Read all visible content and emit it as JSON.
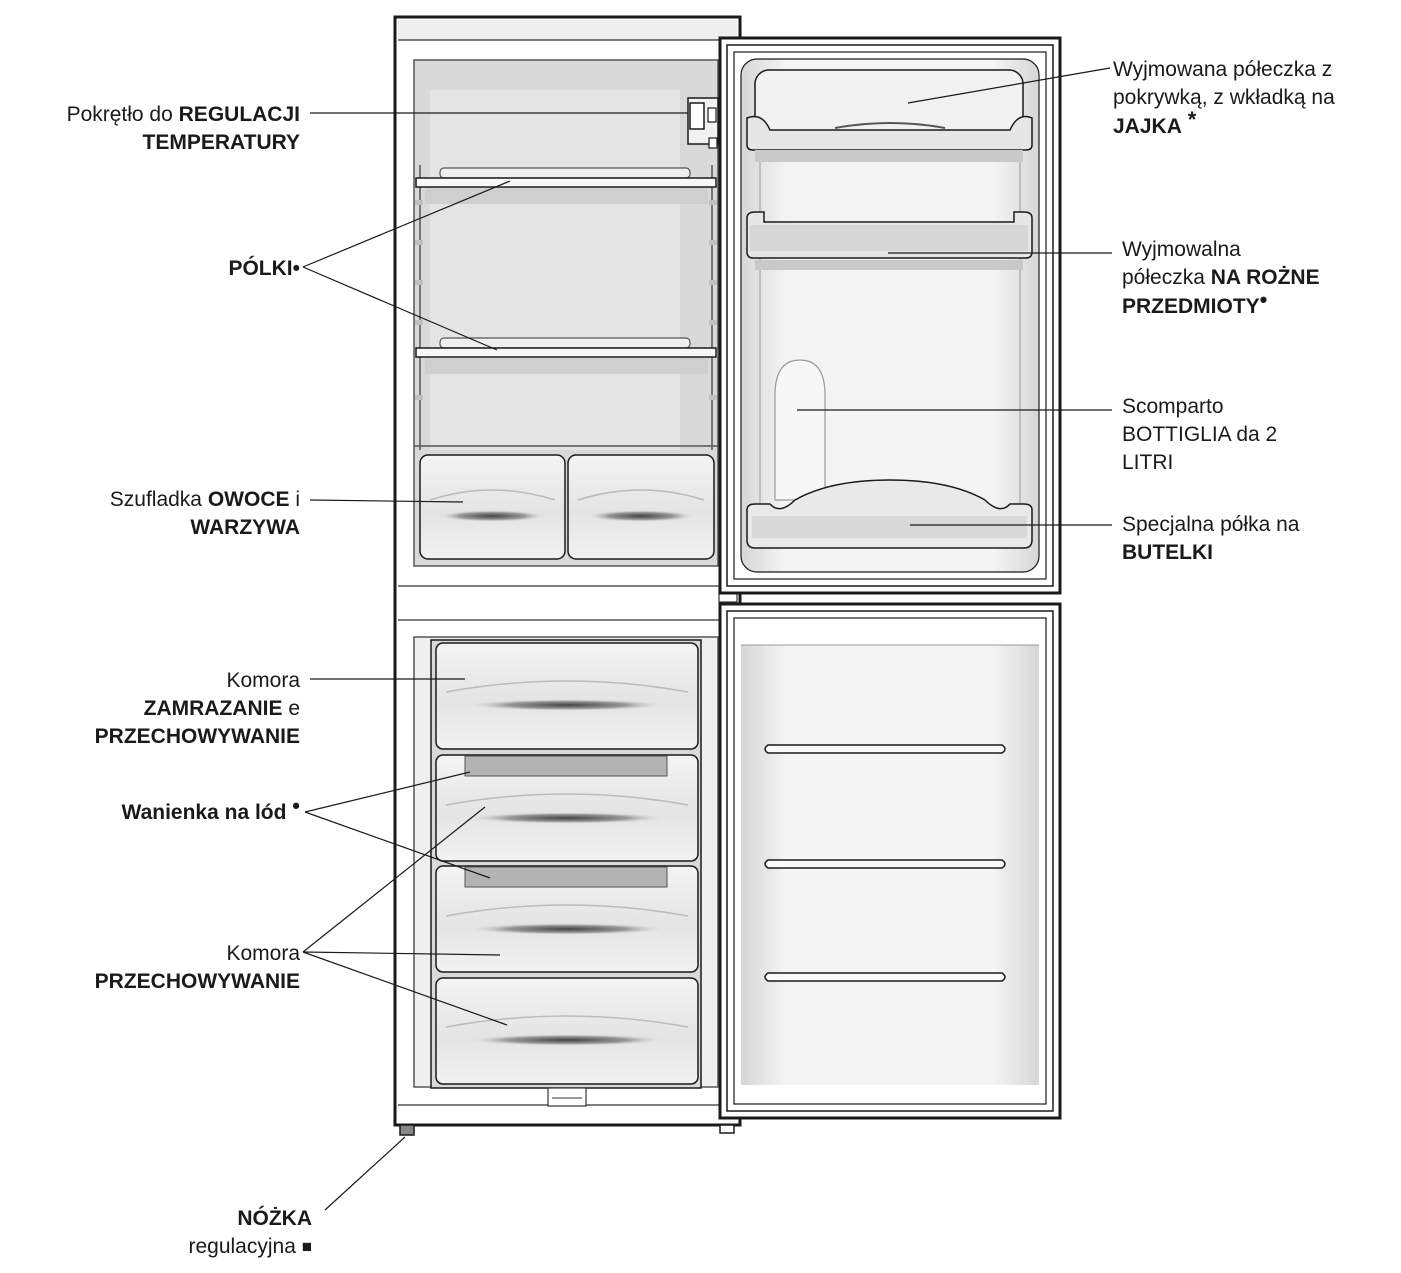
{
  "labels": {
    "thermostat": {
      "line1_pre": "Pokrętło do ",
      "line1_bold": "REGULACJI",
      "line2_bold": "TEMPERATURY"
    },
    "shelves": {
      "bold": "PÓLKI",
      "suffix": "•"
    },
    "crisper": {
      "line1_pre": "Szufladka ",
      "line1_bold": "OWOCE",
      "line1_post": " i",
      "line2_bold": "WARZYWA"
    },
    "freezer_zone": {
      "line1": "Komora",
      "line2_bold": "ZAMRAZANIE",
      "line2_post": " e",
      "line3_bold": "PRZECHOWYWANIE"
    },
    "ice_tray": {
      "bold": "Wanienka na lód",
      "marker": "•"
    },
    "storage_zone": {
      "line1": "Komora",
      "line2_bold": "PRZECHOWYWANIE"
    },
    "foot": {
      "line1_bold": "NÓŻKA",
      "line2": "regulacyjna",
      "marker": "■"
    },
    "egg_shelf": {
      "line1": "Wyjmowana półeczka z",
      "line2": "pokrywką, z  wkładką na",
      "line3_bold": "JAJKA",
      "marker": "*"
    },
    "misc_shelf": {
      "line1": "Wyjmowalna",
      "line2_pre": "półeczka ",
      "line2_bold": "NA ROŻNE",
      "line3_bold": "PRZEDMIOTY",
      "marker": "•"
    },
    "bottle_slot": {
      "line1": "Scomparto",
      "line2": "BOTTIGLIA da 2",
      "line3": "LITRI"
    },
    "bottle_shelf": {
      "line1": "Specjalna półka na",
      "line2_bold": "BUTELKI"
    }
  },
  "colors": {
    "outline": "#1a1a1a",
    "interior": "#d9d9d9",
    "panel": "#e6e6e6",
    "ice_tray": "#b3b3b3",
    "background": "#ffffff"
  }
}
